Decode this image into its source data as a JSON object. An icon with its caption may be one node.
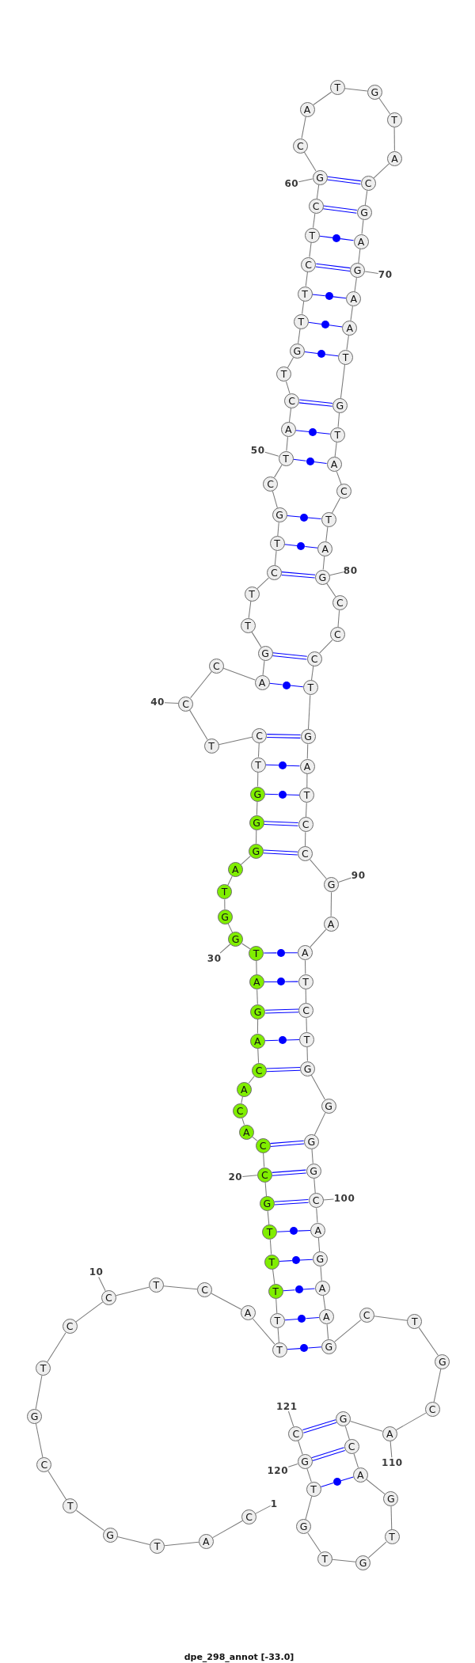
{
  "diagram": {
    "caption": "dpe_298_annot [-33.0]",
    "nodes": [
      {
        "text": [
          "C"
        ]
      },
      {
        "text": [
          "A"
        ]
      },
      {
        "text": [
          "T"
        ]
      },
      {
        "text": [
          "G"
        ]
      },
      {
        "text": [
          "T"
        ]
      },
      {
        "text": [
          "C"
        ]
      },
      {
        "text": [
          "G"
        ]
      },
      {
        "text": [
          "T"
        ]
      },
      {
        "text": [
          "C"
        ]
      },
      {
        "text": [
          "C"
        ]
      },
      {
        "text": [
          "T"
        ]
      },
      {
        "text": [
          "C"
        ]
      },
      {
        "text": [
          "A"
        ]
      },
      {
        "text": [
          "T"
        ]
      },
      {
        "text": [
          "T"
        ]
      },
      {
        "text": [
          "T"
        ]
      },
      {
        "text": [
          "T"
        ]
      },
      {
        "text": [
          "T"
        ]
      },
      {
        "text": [
          "G"
        ]
      },
      {
        "text": [
          "C"
        ]
      },
      {
        "text": [
          "C"
        ]
      },
      {
        "text": [
          "A"
        ]
      },
      {
        "text": [
          "C"
        ]
      },
      {
        "text": [
          "A"
        ]
      },
      {
        "text": [
          "C"
        ]
      },
      {
        "text": [
          "A"
        ]
      },
      {
        "text": [
          "G"
        ]
      },
      {
        "text": [
          "A"
        ]
      },
      {
        "text": [
          "T"
        ]
      },
      {
        "text": [
          "G"
        ]
      },
      {
        "text": [
          "G"
        ]
      },
      {
        "text": [
          "T"
        ]
      },
      {
        "text": [
          "A"
        ]
      },
      {
        "text": [
          "G"
        ]
      },
      {
        "text": [
          "G"
        ]
      },
      {
        "text": [
          "G"
        ]
      },
      {
        "text": [
          "T"
        ]
      },
      {
        "text": [
          "C"
        ]
      },
      {
        "text": [
          "T"
        ]
      },
      {
        "text": [
          "C"
        ]
      },
      {
        "text": [
          "C"
        ]
      },
      {
        "text": [
          "A"
        ]
      },
      {
        "text": [
          "G"
        ]
      },
      {
        "text": [
          "T"
        ]
      },
      {
        "text": [
          "T"
        ]
      },
      {
        "text": [
          "C"
        ]
      },
      {
        "text": [
          "T"
        ]
      },
      {
        "text": [
          "G"
        ]
      },
      {
        "text": [
          "C"
        ]
      },
      {
        "text": [
          "T"
        ]
      },
      {
        "text": [
          "A"
        ]
      },
      {
        "text": [
          "C"
        ]
      },
      {
        "text": [
          "T"
        ]
      },
      {
        "text": [
          "G"
        ]
      },
      {
        "text": [
          "T"
        ]
      },
      {
        "text": [
          "T"
        ]
      },
      {
        "text": [
          "C"
        ]
      },
      {
        "text": [
          "T"
        ]
      },
      {
        "text": [
          "C"
        ]
      },
      {
        "text": [
          "G"
        ]
      },
      {
        "text": [
          "C"
        ]
      },
      {
        "text": [
          "A"
        ]
      },
      {
        "text": [
          "T"
        ]
      },
      {
        "text": [
          "G"
        ]
      },
      {
        "text": [
          "T"
        ]
      },
      {
        "text": [
          "A"
        ]
      },
      {
        "text": [
          "C"
        ]
      },
      {
        "text": [
          "G"
        ]
      },
      {
        "text": [
          "A"
        ]
      },
      {
        "text": [
          "G"
        ]
      },
      {
        "text": [
          "A"
        ]
      },
      {
        "text": [
          "A"
        ]
      },
      {
        "text": [
          "T"
        ]
      },
      {
        "text": [
          "G"
        ]
      },
      {
        "text": [
          "T"
        ]
      },
      {
        "text": [
          "A"
        ]
      },
      {
        "text": [
          "C"
        ]
      },
      {
        "text": [
          "T"
        ]
      },
      {
        "text": [
          "A"
        ]
      },
      {
        "text": [
          "G"
        ]
      },
      {
        "text": [
          "C"
        ]
      },
      {
        "text": [
          "C"
        ]
      },
      {
        "text": [
          "C"
        ]
      },
      {
        "text": [
          "T"
        ]
      },
      {
        "text": [
          "G"
        ]
      },
      {
        "text": [
          "A"
        ]
      },
      {
        "text": [
          "T"
        ]
      },
      {
        "text": [
          "C"
        ]
      },
      {
        "text": [
          "C"
        ]
      },
      {
        "text": [
          "G"
        ]
      },
      {
        "text": [
          "A"
        ]
      },
      {
        "text": [
          "A"
        ]
      },
      {
        "text": [
          "T"
        ]
      },
      {
        "text": [
          "C"
        ]
      },
      {
        "text": [
          "T"
        ]
      },
      {
        "text": [
          "G"
        ]
      },
      {
        "text": [
          "G"
        ]
      },
      {
        "text": [
          "G"
        ]
      },
      {
        "text": [
          "G"
        ]
      },
      {
        "text": [
          "C"
        ]
      },
      {
        "text": [
          "A"
        ]
      },
      {
        "text": [
          "G"
        ]
      },
      {
        "text": [
          "A"
        ]
      },
      {
        "text": [
          "A"
        ]
      },
      {
        "text": [
          "G"
        ]
      },
      {
        "text": [
          "C"
        ]
      },
      {
        "text": [
          "T"
        ]
      },
      {
        "text": [
          "G"
        ]
      },
      {
        "text": [
          "C"
        ]
      },
      {
        "text": [
          "A"
        ]
      },
      {
        "text": [
          "G"
        ]
      },
      {
        "text": [
          "C"
        ]
      },
      {
        "text": [
          "A"
        ]
      },
      {
        "text": [
          "G"
        ]
      },
      {
        "text": [
          "T"
        ]
      },
      {
        "text": [
          "G"
        ]
      },
      {
        "text": [
          "T"
        ]
      },
      {
        "text": [
          "G"
        ]
      },
      {
        "text": [
          "T"
        ]
      },
      {
        "text": [
          "G"
        ]
      },
      {
        "text": [
          "C"
        ]
      },
      {
        "text": [
          "1"
        ]
      },
      {
        "text": [
          "10"
        ]
      },
      {
        "text": [
          "20"
        ]
      },
      {
        "text": [
          "30"
        ]
      },
      {
        "text": [
          "40"
        ]
      },
      {
        "text": [
          "50"
        ]
      },
      {
        "text": [
          "60"
        ]
      },
      {
        "text": [
          "70"
        ]
      },
      {
        "text": [
          "80"
        ]
      },
      {
        "text": [
          "90"
        ]
      },
      {
        "text": [
          "100"
        ]
      },
      {
        "text": [
          "110"
        ]
      },
      {
        "text": [
          "120"
        ]
      },
      {
        "text": [
          "121"
        ]
      },
      {
        "text": [],
        "shape": "circle"
      },
      {
        "text": [],
        "shape": "circle"
      },
      {
        "text": [],
        "shape": "circle"
      },
      {
        "text": [],
        "shape": "circle"
      },
      {
        "text": [],
        "shape": "circle"
      },
      {
        "text": [],
        "shape": "circle"
      },
      {
        "text": [],
        "shape": "circle"
      },
      {
        "text": [],
        "shape": "circle"
      },
      {
        "text": [],
        "shape": "circle"
      },
      {
        "text": [],
        "shape": "circle"
      },
      {
        "text": [],
        "shape": "circle"
      },
      {
        "text": [],
        "shape": "circle"
      },
      {
        "text": [],
        "shape": "circle"
      },
      {
        "text": [],
        "shape": "circle"
      },
      {
        "text": [],
        "shape": "circle"
      },
      {
        "text": [],
        "shape": "circle"
      },
      {
        "text": [],
        "shape": "circle"
      },
      {
        "text": [],
        "shape": "circle"
      },
      {
        "text": [],
        "shape": "circle"
      },
      {
        "text": [],
        "shape": "circle"
      }
    ],
    "edges": [
      {
        "from": 0,
        "to": 1,
        "arrow": "none"
      },
      {
        "from": 1,
        "to": 2,
        "arrow": "none"
      },
      {
        "from": 2,
        "to": 3,
        "arrow": "none"
      },
      {
        "from": 3,
        "to": 4,
        "arrow": "none"
      },
      {
        "from": 4,
        "to": 5,
        "arrow": "none"
      },
      {
        "from": 5,
        "to": 6,
        "arrow": "none"
      },
      {
        "from": 6,
        "to": 7,
        "arrow": "none"
      },
      {
        "from": 7,
        "to": 8,
        "arrow": "none"
      },
      {
        "from": 8,
        "to": 9,
        "arrow": "none"
      },
      {
        "from": 9,
        "to": 10,
        "arrow": "none"
      },
      {
        "from": 10,
        "to": 11,
        "arrow": "none"
      },
      {
        "from": 11,
        "to": 12,
        "arrow": "none"
      },
      {
        "from": 12,
        "to": 13,
        "arrow": "none"
      },
      {
        "from": 13,
        "to": 14,
        "arrow": "none"
      },
      {
        "from": 14,
        "to": 15,
        "arrow": "none"
      },
      {
        "from": 15,
        "to": 16,
        "arrow": "none"
      },
      {
        "from": 16,
        "to": 17,
        "arrow": "none"
      },
      {
        "from": 17,
        "to": 18,
        "arrow": "none"
      },
      {
        "from": 18,
        "to": 19,
        "arrow": "none"
      },
      {
        "from": 19,
        "to": 20,
        "arrow": "none"
      },
      {
        "from": 20,
        "to": 21,
        "arrow": "none"
      },
      {
        "from": 21,
        "to": 22,
        "arrow": "none"
      },
      {
        "from": 22,
        "to": 23,
        "arrow": "none"
      },
      {
        "from": 23,
        "to": 24,
        "arrow": "none"
      },
      {
        "from": 24,
        "to": 25,
        "arrow": "none"
      },
      {
        "from": 25,
        "to": 26,
        "arrow": "none"
      },
      {
        "from": 26,
        "to": 27,
        "arrow": "none"
      },
      {
        "from": 27,
        "to": 28,
        "arrow": "none"
      },
      {
        "from": 28,
        "to": 29,
        "arrow": "none"
      },
      {
        "from": 29,
        "to": 30,
        "arrow": "none"
      },
      {
        "from": 30,
        "to": 31,
        "arrow": "none"
      },
      {
        "from": 31,
        "to": 32,
        "arrow": "none"
      },
      {
        "from": 32,
        "to": 33,
        "arrow": "none"
      },
      {
        "from": 33,
        "to": 34,
        "arrow": "none"
      },
      {
        "from": 34,
        "to": 35,
        "arrow": "none"
      },
      {
        "from": 35,
        "to": 36,
        "arrow": "none"
      },
      {
        "from": 36,
        "to": 37,
        "arrow": "none"
      },
      {
        "from": 37,
        "to": 38,
        "arrow": "none"
      },
      {
        "from": 38,
        "to": 39,
        "arrow": "none"
      },
      {
        "from": 39,
        "to": 40,
        "arrow": "none"
      },
      {
        "from": 40,
        "to": 41,
        "arrow": "none"
      },
      {
        "from": 41,
        "to": 42,
        "arrow": "none"
      },
      {
        "from": 42,
        "to": 43,
        "arrow": "none"
      },
      {
        "from": 43,
        "to": 44,
        "arrow": "none"
      },
      {
        "from": 44,
        "to": 45,
        "arrow": "none"
      },
      {
        "from": 45,
        "to": 46,
        "arrow": "none"
      },
      {
        "from": 46,
        "to": 47,
        "arrow": "none"
      },
      {
        "from": 47,
        "to": 48,
        "arrow": "none"
      },
      {
        "from": 48,
        "to": 49,
        "arrow": "none"
      },
      {
        "from": 49,
        "to": 50,
        "arrow": "none"
      },
      {
        "from": 50,
        "to": 51,
        "arrow": "none"
      },
      {
        "from": 51,
        "to": 52,
        "arrow": "none"
      },
      {
        "from": 52,
        "to": 53,
        "arrow": "none"
      },
      {
        "from": 53,
        "to": 54,
        "arrow": "none"
      },
      {
        "from": 54,
        "to": 55,
        "arrow": "none"
      },
      {
        "from": 55,
        "to": 56,
        "arrow": "none"
      },
      {
        "from": 56,
        "to": 57,
        "arrow": "none"
      },
      {
        "from": 57,
        "to": 58,
        "arrow": "none"
      },
      {
        "from": 58,
        "to": 59,
        "arrow": "none"
      },
      {
        "from": 59,
        "to": 60,
        "arrow": "none"
      },
      {
        "from": 60,
        "to": 61,
        "arrow": "none"
      },
      {
        "from": 61,
        "to": 62,
        "arrow": "none"
      },
      {
        "from": 62,
        "to": 63,
        "arrow": "none"
      },
      {
        "from": 63,
        "to": 64,
        "arrow": "none"
      },
      {
        "from": 64,
        "to": 65,
        "arrow": "none"
      },
      {
        "from": 65,
        "to": 66,
        "arrow": "none"
      },
      {
        "from": 66,
        "to": 67,
        "arrow": "none"
      },
      {
        "from": 67,
        "to": 68,
        "arrow": "none"
      },
      {
        "from": 68,
        "to": 69,
        "arrow": "none"
      },
      {
        "from": 69,
        "to": 70,
        "arrow": "none"
      },
      {
        "from": 70,
        "to": 71,
        "arrow": "none"
      },
      {
        "from": 71,
        "to": 72,
        "arrow": "none"
      },
      {
        "from": 72,
        "to": 73,
        "arrow": "none"
      },
      {
        "from": 73,
        "to": 74,
        "arrow": "none"
      },
      {
        "from": 74,
        "to": 75,
        "arrow": "none"
      },
      {
        "from": 75,
        "to": 76,
        "arrow": "none"
      },
      {
        "from": 76,
        "to": 77,
        "arrow": "none"
      },
      {
        "from": 77,
        "to": 78,
        "arrow": "none"
      },
      {
        "from": 78,
        "to": 79,
        "arrow": "none"
      },
      {
        "from": 79,
        "to": 80,
        "arrow": "none"
      },
      {
        "from": 80,
        "to": 81,
        "arrow": "none"
      },
      {
        "from": 81,
        "to": 82,
        "arrow": "none"
      },
      {
        "from": 82,
        "to": 83,
        "arrow": "none"
      },
      {
        "from": 83,
        "to": 84,
        "arrow": "none"
      },
      {
        "from": 84,
        "to": 85,
        "arrow": "none"
      },
      {
        "from": 85,
        "to": 86,
        "arrow": "none"
      },
      {
        "from": 86,
        "to": 87,
        "arrow": "none"
      },
      {
        "from": 87,
        "to": 88,
        "arrow": "none"
      },
      {
        "from": 88,
        "to": 89,
        "arrow": "none"
      },
      {
        "from": 89,
        "to": 90,
        "arrow": "none"
      },
      {
        "from": 90,
        "to": 91,
        "arrow": "none"
      },
      {
        "from": 91,
        "to": 92,
        "arrow": "none"
      },
      {
        "from": 92,
        "to": 93,
        "arrow": "none"
      },
      {
        "from": 93,
        "to": 94,
        "arrow": "none"
      },
      {
        "from": 94,
        "to": 95,
        "arrow": "none"
      },
      {
        "from": 95,
        "to": 96,
        "arrow": "none"
      },
      {
        "from": 96,
        "to": 97,
        "arrow": "none"
      },
      {
        "from": 97,
        "to": 98,
        "arrow": "none"
      },
      {
        "from": 98,
        "to": 99,
        "arrow": "none"
      },
      {
        "from": 99,
        "to": 100,
        "arrow": "none"
      },
      {
        "from": 100,
        "to": 101,
        "arrow": "none"
      },
      {
        "from": 101,
        "to": 102,
        "arrow": "none"
      },
      {
        "from": 102,
        "to": 103,
        "arrow": "none"
      },
      {
        "from": 103,
        "to": 104,
        "arrow": "none"
      },
      {
        "from": 104,
        "to": 105,
        "arrow": "none"
      },
      {
        "from": 105,
        "to": 106,
        "arrow": "none"
      },
      {
        "from": 106,
        "to": 107,
        "arrow": "none"
      },
      {
        "from": 107,
        "to": 108,
        "arrow": "none"
      },
      {
        "from": 108,
        "to": 109,
        "arrow": "none"
      },
      {
        "from": 109,
        "to": 110,
        "arrow": "none"
      },
      {
        "from": 110,
        "to": 111,
        "arrow": "none"
      },
      {
        "from": 111,
        "to": 112,
        "arrow": "none"
      },
      {
        "from": 112,
        "to": 113,
        "arrow": "none"
      },
      {
        "from": 113,
        "to": 114,
        "arrow": "none"
      },
      {
        "from": 114,
        "to": 115,
        "arrow": "none"
      },
      {
        "from": 115,
        "to": 116,
        "arrow": "none"
      },
      {
        "from": 116,
        "to": 117,
        "arrow": "none"
      },
      {
        "from": 117,
        "to": 118,
        "arrow": "none"
      },
      {
        "from": 118,
        "to": 119,
        "arrow": "none"
      },
      {
        "from": 119,
        "to": 120,
        "arrow": "none"
      },
      {
        "from": 13,
        "to": 153,
        "arrow": "none",
        "color": "#0000ff"
      },
      {
        "from": 153,
        "to": 104,
        "arrow": "none",
        "color": "#0000ff"
      },
      {
        "from": 14,
        "to": 152,
        "arrow": "none",
        "color": "#0000ff"
      },
      {
        "from": 152,
        "to": 103,
        "arrow": "none",
        "color": "#0000ff"
      },
      {
        "from": 15,
        "to": 151,
        "arrow": "none",
        "color": "#0000ff"
      },
      {
        "from": 151,
        "to": 102,
        "arrow": "none",
        "color": "#0000ff"
      },
      {
        "from": 16,
        "to": 150,
        "arrow": "none",
        "color": "#0000ff"
      },
      {
        "from": 150,
        "to": 101,
        "arrow": "none",
        "color": "#0000ff"
      },
      {
        "from": 17,
        "to": 149,
        "arrow": "none",
        "color": "#0000ff"
      },
      {
        "from": 149,
        "to": 100,
        "arrow": "none",
        "color": "#0000ff"
      },
      {
        "from": 18,
        "to": 99,
        "arrow": "none",
        "color": "#0000ff"
      },
      {
        "from": 19,
        "to": 98,
        "arrow": "none",
        "color": "#0000ff"
      },
      {
        "from": 20,
        "to": 97,
        "arrow": "none",
        "color": "#0000ff"
      },
      {
        "from": 24,
        "to": 95,
        "arrow": "none",
        "color": "#0000ff"
      },
      {
        "from": 25,
        "to": 148,
        "arrow": "none",
        "color": "#0000ff"
      },
      {
        "from": 148,
        "to": 94,
        "arrow": "none",
        "color": "#0000ff"
      },
      {
        "from": 26,
        "to": 93,
        "arrow": "none",
        "color": "#0000ff"
      },
      {
        "from": 27,
        "to": 147,
        "arrow": "none",
        "color": "#0000ff"
      },
      {
        "from": 147,
        "to": 92,
        "arrow": "none",
        "color": "#0000ff"
      },
      {
        "from": 28,
        "to": 146,
        "arrow": "none",
        "color": "#0000ff"
      },
      {
        "from": 146,
        "to": 91,
        "arrow": "none",
        "color": "#0000ff"
      },
      {
        "from": 33,
        "to": 88,
        "arrow": "none",
        "color": "#0000ff"
      },
      {
        "from": 34,
        "to": 87,
        "arrow": "none",
        "color": "#0000ff"
      },
      {
        "from": 35,
        "to": 145,
        "arrow": "none",
        "color": "#0000ff"
      },
      {
        "from": 145,
        "to": 86,
        "arrow": "none",
        "color": "#0000ff"
      },
      {
        "from": 36,
        "to": 144,
        "arrow": "none",
        "color": "#0000ff"
      },
      {
        "from": 144,
        "to": 85,
        "arrow": "none",
        "color": "#0000ff"
      },
      {
        "from": 37,
        "to": 84,
        "arrow": "none",
        "color": "#0000ff"
      },
      {
        "from": 41,
        "to": 143,
        "arrow": "none",
        "color": "#0000ff"
      },
      {
        "from": 143,
        "to": 83,
        "arrow": "none",
        "color": "#0000ff"
      },
      {
        "from": 42,
        "to": 82,
        "arrow": "none",
        "color": "#0000ff"
      },
      {
        "from": 45,
        "to": 79,
        "arrow": "none",
        "color": "#0000ff"
      },
      {
        "from": 46,
        "to": 142,
        "arrow": "none",
        "color": "#0000ff"
      },
      {
        "from": 142,
        "to": 78,
        "arrow": "none",
        "color": "#0000ff"
      },
      {
        "from": 47,
        "to": 141,
        "arrow": "none",
        "color": "#0000ff"
      },
      {
        "from": 141,
        "to": 77,
        "arrow": "none",
        "color": "#0000ff"
      },
      {
        "from": 49,
        "to": 140,
        "arrow": "none",
        "color": "#0000ff"
      },
      {
        "from": 140,
        "to": 75,
        "arrow": "none",
        "color": "#0000ff"
      },
      {
        "from": 50,
        "to": 139,
        "arrow": "none",
        "color": "#0000ff"
      },
      {
        "from": 139,
        "to": 74,
        "arrow": "none",
        "color": "#0000ff"
      },
      {
        "from": 51,
        "to": 73,
        "arrow": "none",
        "color": "#0000ff"
      },
      {
        "from": 53,
        "to": 138,
        "arrow": "none",
        "color": "#0000ff"
      },
      {
        "from": 138,
        "to": 72,
        "arrow": "none",
        "color": "#0000ff"
      },
      {
        "from": 54,
        "to": 137,
        "arrow": "none",
        "color": "#0000ff"
      },
      {
        "from": 137,
        "to": 71,
        "arrow": "none",
        "color": "#0000ff"
      },
      {
        "from": 55,
        "to": 136,
        "arrow": "none",
        "color": "#0000ff"
      },
      {
        "from": 136,
        "to": 70,
        "arrow": "none",
        "color": "#0000ff"
      },
      {
        "from": 56,
        "to": 69,
        "arrow": "none",
        "color": "#0000ff"
      },
      {
        "from": 57,
        "to": 135,
        "arrow": "none",
        "color": "#0000ff"
      },
      {
        "from": 135,
        "to": 68,
        "arrow": "none",
        "color": "#0000ff"
      },
      {
        "from": 58,
        "to": 67,
        "arrow": "none",
        "color": "#0000ff"
      },
      {
        "from": 59,
        "to": 66,
        "arrow": "none",
        "color": "#0000ff"
      },
      {
        "from": 110,
        "to": 120,
        "arrow": "none",
        "color": "#0000ff"
      },
      {
        "from": 111,
        "to": 119,
        "arrow": "none",
        "color": "#0000ff"
      },
      {
        "from": 112,
        "to": 154,
        "arrow": "none",
        "color": "#0000ff"
      },
      {
        "from": 154,
        "to": 118,
        "arrow": "none",
        "color": "#0000ff"
      },
      {
        "from": 121,
        "to": 0,
        "arrow": "none"
      },
      {
        "from": 122,
        "to": 9,
        "arrow": "none"
      },
      {
        "from": 123,
        "to": 19,
        "arrow": "none"
      },
      {
        "from": 124,
        "to": 29,
        "arrow": "none"
      },
      {
        "from": 125,
        "to": 39,
        "arrow": "none"
      },
      {
        "from": 126,
        "to": 49,
        "arrow": "none"
      },
      {
        "from": 127,
        "to": 59,
        "arrow": "none"
      },
      {
        "from": 128,
        "to": 69,
        "arrow": "none"
      },
      {
        "from": 129,
        "to": 79,
        "arrow": "none"
      },
      {
        "from": 130,
        "to": 89,
        "arrow": "none"
      },
      {
        "from": 131,
        "to": 99,
        "arrow": "none"
      },
      {
        "from": 132,
        "to": 109,
        "arrow": "none"
      },
      {
        "from": 133,
        "to": 119,
        "arrow": "none"
      },
      {
        "from": 134,
        "to": 120,
        "arrow": "none"
      }
    ]
  }
}
